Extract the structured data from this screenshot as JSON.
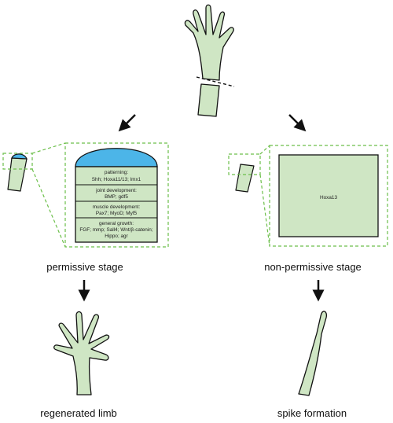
{
  "colors": {
    "tissue_fill": "#cfe6c4",
    "blastema_fill": "#4cb5e8",
    "dashed_box": "#6cbf4a",
    "outline": "#111111"
  },
  "left_path": {
    "stage_label": "permissive stage",
    "outcome_label": "regenerated limb",
    "zoom_rows": [
      [
        "patterning:",
        "Shh; Hoxa11/13; lmx1"
      ],
      [
        "joint development:",
        "BMP; gdf5"
      ],
      [
        "muscle development:",
        "Pax7; MyoD; Myf5"
      ],
      [
        "general growth:",
        "FGF; mmp; Sall4; Wnt/β-catenin;",
        "Hippo; agr"
      ]
    ]
  },
  "right_path": {
    "stage_label": "non-permissive stage",
    "outcome_label": "spike formation",
    "zoom_label": "Hoxa13"
  }
}
